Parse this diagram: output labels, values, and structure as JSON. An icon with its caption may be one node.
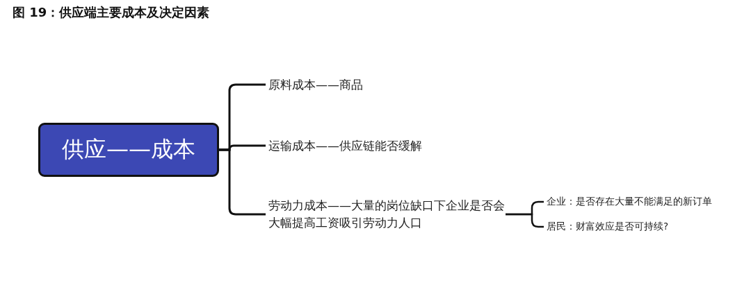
{
  "diagram": {
    "title": "图 19：供应端主要成本及决定因素",
    "nodes": [
      {
        "text": [
          "供应——成本"
        ]
      },
      {
        "text": [
          "原料成本——商品"
        ]
      },
      {
        "text": [
          "运输成本——供应链能否缓解"
        ]
      },
      {
        "text": [
          "劳动力成本——大量的岗位缺口下企业是否会大幅提高工资吸引劳动力人口"
        ]
      },
      {
        "text": [
          "企业：是否存在大量不能满足的新订单"
        ]
      },
      {
        "text": [
          "居民：财富效应是否可持续?"
        ]
      }
    ],
    "edges": [
      {
        "from": 0,
        "to": 1,
        "arrow": "none"
      },
      {
        "from": 0,
        "to": 2,
        "arrow": "none"
      },
      {
        "from": 0,
        "to": 3,
        "arrow": "none"
      },
      {
        "from": 3,
        "to": 4,
        "arrow": "none"
      },
      {
        "from": 3,
        "to": 5,
        "arrow": "none"
      }
    ]
  }
}
